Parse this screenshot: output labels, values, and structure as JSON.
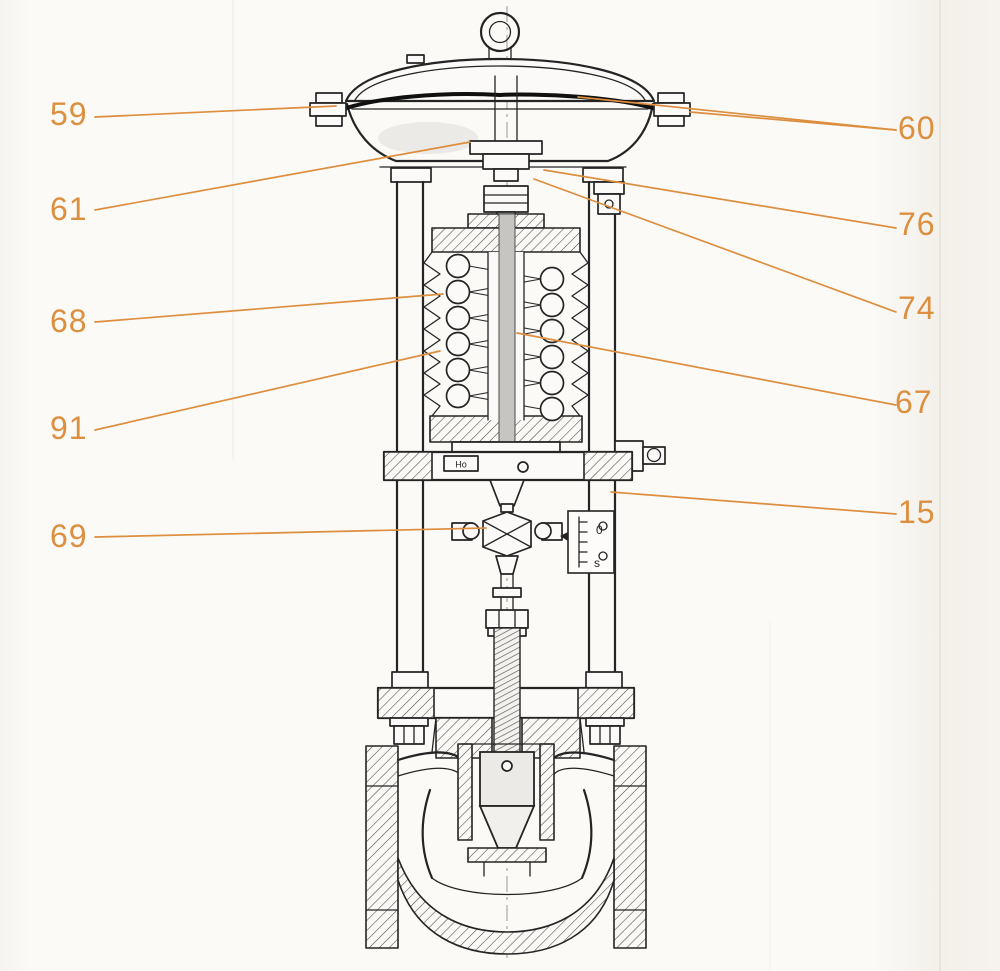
{
  "figure": {
    "type": "technical-line-drawing",
    "subject": "Self-operated pressure regulator valve cross-section: diaphragm actuator, set-point spring, travel indicator and globe valve body",
    "callouts": [
      {
        "part": "59",
        "side": "left"
      },
      {
        "part": "60",
        "side": "right"
      },
      {
        "part": "61",
        "side": "left"
      },
      {
        "part": "76",
        "side": "right"
      },
      {
        "part": "74",
        "side": "right"
      },
      {
        "part": "68",
        "side": "left"
      },
      {
        "part": "91",
        "side": "left"
      },
      {
        "part": "67",
        "side": "right"
      },
      {
        "part": "69",
        "side": "left"
      },
      {
        "part": "15",
        "side": "right"
      }
    ],
    "inline_texts": {
      "yoke_marking": "Ho",
      "scale_zero": "0",
      "scale_s": "s"
    },
    "colors": {
      "leader": "#dd8e3e",
      "label": "#dc8f3f",
      "line": "#242424",
      "background": "#fbfaf7"
    }
  }
}
